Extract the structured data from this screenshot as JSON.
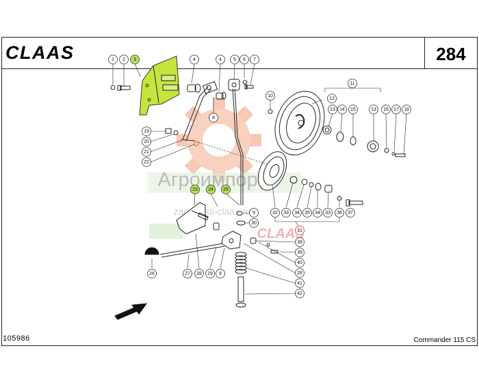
{
  "header": {
    "logo_text": "CLAAS",
    "page_number": "284"
  },
  "footer": {
    "drawing_id": "105986",
    "model": "Commander 115 CS"
  },
  "watermark": {
    "line1": "Агроимпорт",
    "line2": "zapchasti-claas.ru",
    "logo_text": "CLAAS"
  },
  "colors": {
    "highlight": "#b7e05a",
    "highlight_part": "#c4e63c",
    "callout_red": "#e02020",
    "watermark_orange": "#f3b49c"
  },
  "callouts": [
    {
      "id": "c1",
      "label": "1"
    },
    {
      "id": "c2",
      "label": "2"
    },
    {
      "id": "c3",
      "label": "3",
      "highlighted": true
    },
    {
      "id": "c4a",
      "label": "4"
    },
    {
      "id": "c4b",
      "label": "4"
    },
    {
      "id": "c5",
      "label": "5"
    },
    {
      "id": "c6",
      "label": "6"
    },
    {
      "id": "c7",
      "label": "7"
    },
    {
      "id": "c8a",
      "label": "8"
    },
    {
      "id": "c10",
      "label": "10"
    },
    {
      "id": "c11",
      "label": "11"
    },
    {
      "id": "c12",
      "label": "12"
    },
    {
      "id": "c13a",
      "label": "13"
    },
    {
      "id": "c14",
      "label": "14"
    },
    {
      "id": "c15",
      "label": "15"
    },
    {
      "id": "c13b",
      "label": "13"
    },
    {
      "id": "c16",
      "label": "16"
    },
    {
      "id": "c17",
      "label": "17"
    },
    {
      "id": "c18",
      "label": "18"
    },
    {
      "id": "c19",
      "label": "19"
    },
    {
      "id": "c20",
      "label": "20"
    },
    {
      "id": "c21",
      "label": "21"
    },
    {
      "id": "c22",
      "label": "22"
    },
    {
      "id": "c23",
      "label": "23",
      "highlighted": true
    },
    {
      "id": "c24",
      "label": "24",
      "highlighted": true
    },
    {
      "id": "c25",
      "label": "25",
      "highlighted": true
    },
    {
      "id": "c9",
      "label": "9"
    },
    {
      "id": "c30",
      "label": "30"
    },
    {
      "id": "c32",
      "label": "32"
    },
    {
      "id": "c33a",
      "label": "33"
    },
    {
      "id": "c34a",
      "label": "34"
    },
    {
      "id": "c35",
      "label": "35"
    },
    {
      "id": "c34b",
      "label": "34"
    },
    {
      "id": "c33b",
      "label": "33"
    },
    {
      "id": "c36",
      "label": "36"
    },
    {
      "id": "c37",
      "label": "37"
    },
    {
      "id": "c31",
      "label": "31",
      "red": true
    },
    {
      "id": "c38",
      "label": "38"
    },
    {
      "id": "c39",
      "label": "39"
    },
    {
      "id": "c40",
      "label": "40"
    },
    {
      "id": "c28a",
      "label": "28"
    },
    {
      "id": "c41",
      "label": "41"
    },
    {
      "id": "c42",
      "label": "42"
    },
    {
      "id": "c26",
      "label": "26"
    },
    {
      "id": "c27",
      "label": "27"
    },
    {
      "id": "c28b",
      "label": "28"
    },
    {
      "id": "c29",
      "label": "29"
    },
    {
      "id": "c8b",
      "label": "8"
    }
  ]
}
